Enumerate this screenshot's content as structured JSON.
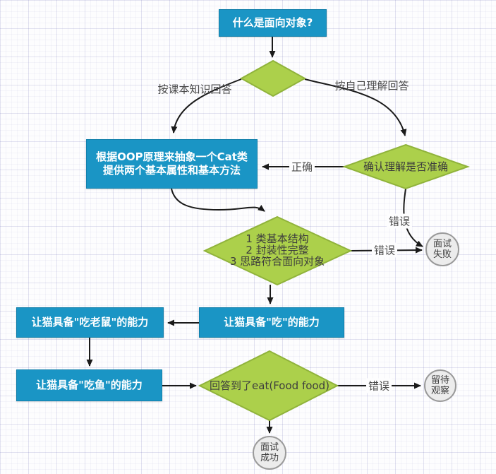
{
  "title": "面向对象面试流程图",
  "colors": {
    "node_blue": "#1a95c5",
    "node_blue_border": "#1280ab",
    "diamond_green": "#acd04b",
    "diamond_green_border": "#90b33b",
    "circle_gray": "#ececec",
    "circle_border": "#9a9a9a",
    "connector": "#1a1a1a",
    "text_dark": "#3d3d3d"
  },
  "nodes": {
    "start": {
      "label": "什么是面向对象?"
    },
    "branch_diamond": {
      "label": ""
    },
    "oop_rect": {
      "line1": "根据OOP原理来抽象一个Cat类",
      "line2": "提供两个基本属性和基本方法"
    },
    "confirm_diamond": {
      "label": "确认理解是否准确"
    },
    "check_diamond": {
      "line1": "1 类基本结构",
      "line2": "2 封装性完整",
      "line3": "3 思路符合面向对象"
    },
    "fail_circle": {
      "line1": "面试",
      "line2": "失败"
    },
    "eat_rect": {
      "label": "让猫具备\"吃\"的能力"
    },
    "eat_mouse_rect": {
      "label": "让猫具备\"吃老鼠\"的能力"
    },
    "eat_fish_rect": {
      "label": "让猫具备\"吃鱼\"的能力"
    },
    "answer_diamond": {
      "label": "回答到了eat(Food food)"
    },
    "observe_circle": {
      "line1": "留待",
      "line2": "观察"
    },
    "success_circle": {
      "line1": "面试",
      "line2": "成功"
    }
  },
  "edge_labels": {
    "by_textbook": "按课本知识回答",
    "by_own_understanding": "按自己理解回答",
    "correct": "正确",
    "wrong_confirm": "错误",
    "wrong_check": "错误",
    "wrong_answer": "错误"
  }
}
